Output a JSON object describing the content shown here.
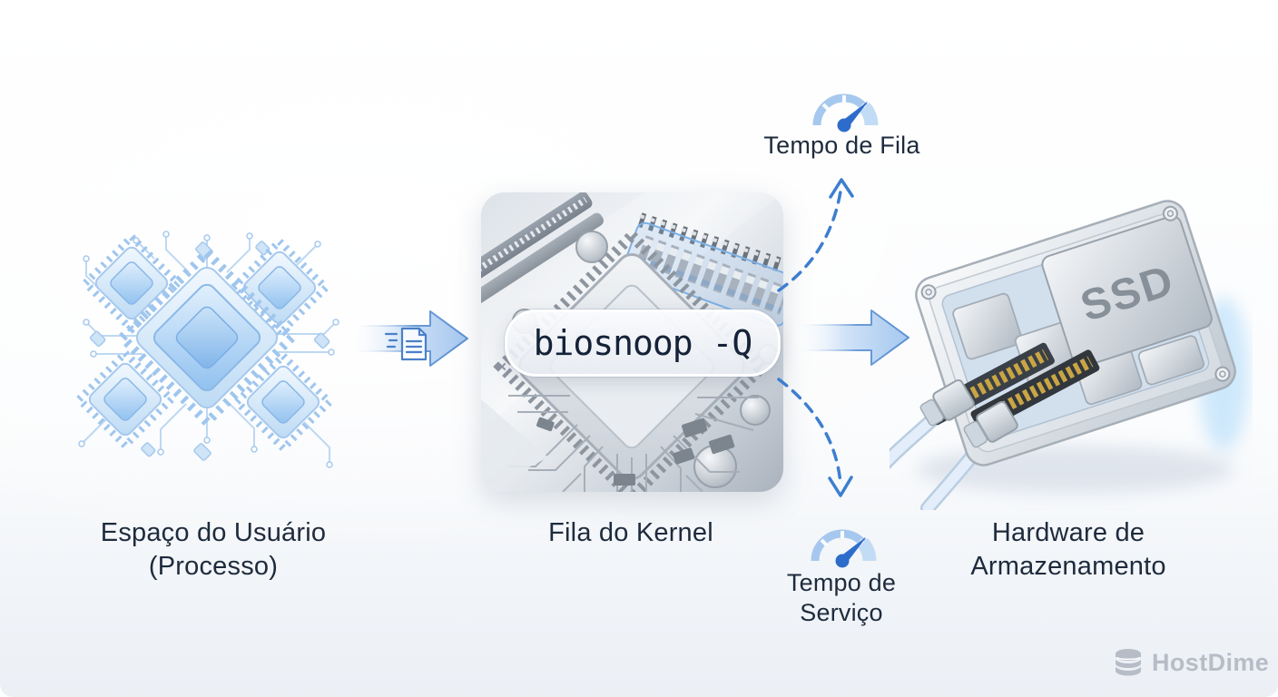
{
  "diagram": {
    "stage_user_space": {
      "label_line1": "Espaço do Usuário",
      "label_line2": "(Processo)"
    },
    "stage_kernel_queue": {
      "label": "Fila do Kernel",
      "command": "biosnoop -Q"
    },
    "stage_storage": {
      "label_line1": "Hardware de",
      "label_line2": "Armazenamento",
      "device_label": "SSD"
    },
    "metric_queue_time": {
      "label": "Tempo de Fila"
    },
    "metric_service_time": {
      "label_line1": "Tempo de",
      "label_line2": "Serviço"
    },
    "branding": {
      "logo_text": "HostDime"
    },
    "colors": {
      "flow_arrow_fill": "#a6c7ef",
      "flow_arrow_stroke": "#6b9cd8",
      "dashed_arrow": "#3d7ecf",
      "gauge_arc": "#a6c8ee",
      "gauge_wedge": "#c3dcf5",
      "gauge_needle": "#2e6ccb",
      "label_text": "#1e2b3d",
      "command_text": "#152238",
      "logo_gray": "#b7bdc7",
      "illustration_blue": "#8fc0ef"
    }
  }
}
